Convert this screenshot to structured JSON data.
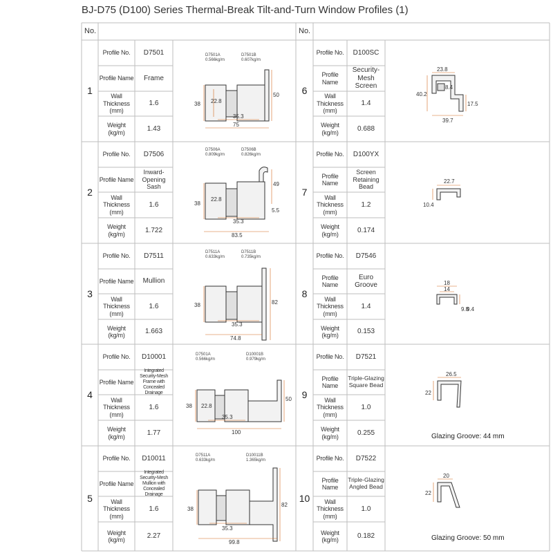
{
  "title": "BJ-D75 (D100) Series Thermal-Break Tilt-and-Turn Window Profiles (1)",
  "header": {
    "left": "No.",
    "right": "No."
  },
  "labels": {
    "profile_no": "Profile No.",
    "profile_name": "Profile Name",
    "wall_thickness": "Wall Thickness\n(mm)",
    "weight": "Weight\n(kg/m)"
  },
  "left": [
    {
      "no": "1",
      "profile_no": "D7501",
      "name": "Frame",
      "wall": "1.6",
      "weight": "1.43",
      "ann_a": "D7501A\n0.566kg/m",
      "ann_b": "D7501B\n0.607kg/m",
      "dims": {
        "h": "38",
        "i": "22.8",
        "m": "35.3",
        "w": "75",
        "r": "50"
      }
    },
    {
      "no": "2",
      "profile_no": "D7506",
      "name": "Inward-\nOpening Sash",
      "wall": "1.6",
      "weight": "1.722",
      "ann_a": "D7506A\n0.809kg/m",
      "ann_b": "D7506B\n0.826kg/m",
      "dims": {
        "h": "38",
        "i": "22.8",
        "m": "35.3",
        "w": "83.5",
        "r": "49",
        "x": "5.5"
      }
    },
    {
      "no": "3",
      "profile_no": "D7511",
      "name": "Mullion",
      "wall": "1.6",
      "weight": "1.663",
      "ann_a": "D7511A\n0.633kg/m",
      "ann_b": "D7511B\n0.735kg/m",
      "dims": {
        "h": "38",
        "m": "35.3",
        "w": "74.8",
        "r": "82"
      }
    },
    {
      "no": "4",
      "profile_no": "D10001",
      "name": "Integrated\nSecurity-Mesh\nFrame with\nConcealed Drainage",
      "wall": "1.6",
      "weight": "1.77",
      "ann_a": "D7501A\n0.566kg/m",
      "ann_b": "D10001B\n0.979kg/m",
      "dims": {
        "h": "38",
        "i": "22.8",
        "m": "35.3",
        "w": "100",
        "r": "50"
      }
    },
    {
      "no": "5",
      "profile_no": "D10011",
      "name": "Integrated\nSecurity-Mesh\nMullion with\nConcealed Drainage",
      "wall": "1.6",
      "weight": "2.27",
      "ann_a": "D7511A\n0.633kg/m",
      "ann_b": "D10011B\n1.365kg/m",
      "dims": {
        "h": "38",
        "m": "35.3",
        "w": "99.8",
        "r": "82"
      }
    }
  ],
  "right": [
    {
      "no": "6",
      "profile_no": "D100SC",
      "name": "Security-Mesh\nScreen",
      "wall": "1.4",
      "weight": "0.688",
      "dims": {
        "top": "23.8",
        "inner": "8.4",
        "left": "40.2",
        "right": "17.5",
        "bottom": "39.7"
      }
    },
    {
      "no": "7",
      "profile_no": "D100YX",
      "name": "Screen\nRetaining Bead",
      "wall": "1.2",
      "weight": "0.174",
      "dims": {
        "top": "22.7",
        "left": "10.4"
      }
    },
    {
      "no": "8",
      "profile_no": "D7546",
      "name": "Euro Groove",
      "wall": "1.4",
      "weight": "0.153",
      "dims": {
        "top": "18",
        "inner": "14",
        "r1": "9.8",
        "r2": "9.4"
      }
    },
    {
      "no": "9",
      "profile_no": "D7521",
      "name": "Triple-Glazing\nSquare Bead",
      "wall": "1.0",
      "weight": "0.255",
      "dims": {
        "top": "26.5",
        "left": "22"
      },
      "groove": "Glazing Groove: 44 mm"
    },
    {
      "no": "10",
      "profile_no": "D7522",
      "name": "Triple-Glazing\nAngled Bead",
      "wall": "1.0",
      "weight": "0.182",
      "dims": {
        "top": "20",
        "left": "22"
      },
      "groove": "Glazing Groove: 50 mm"
    }
  ]
}
